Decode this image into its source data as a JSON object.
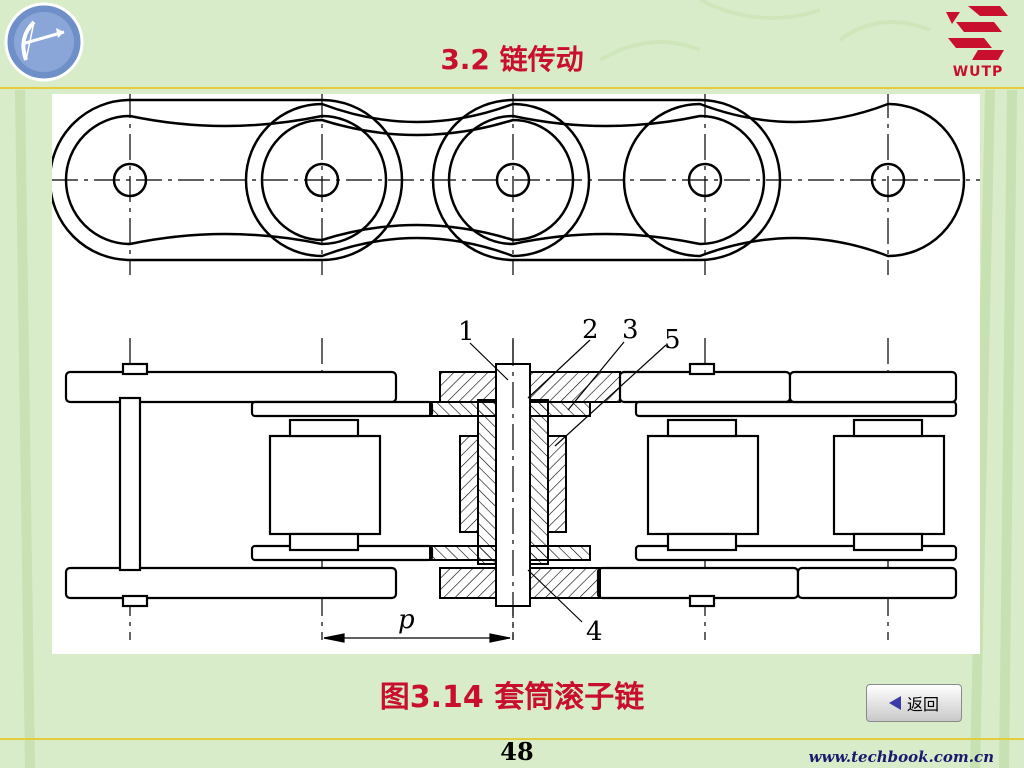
{
  "slide": {
    "title": "3.2 链传动",
    "caption": "图3.14 套筒滚子链",
    "page_number": "48",
    "website": "www.techbook.com.cn",
    "logo_text": "WUTP",
    "back_button": "返回"
  },
  "figure": {
    "part_labels": [
      "1",
      "2",
      "3",
      "5",
      "4"
    ],
    "pitch_label": "p"
  },
  "colors": {
    "title_red": "#c8102e",
    "background_green": "#d9ecc9",
    "rule_yellow": "#e4cc3a"
  }
}
